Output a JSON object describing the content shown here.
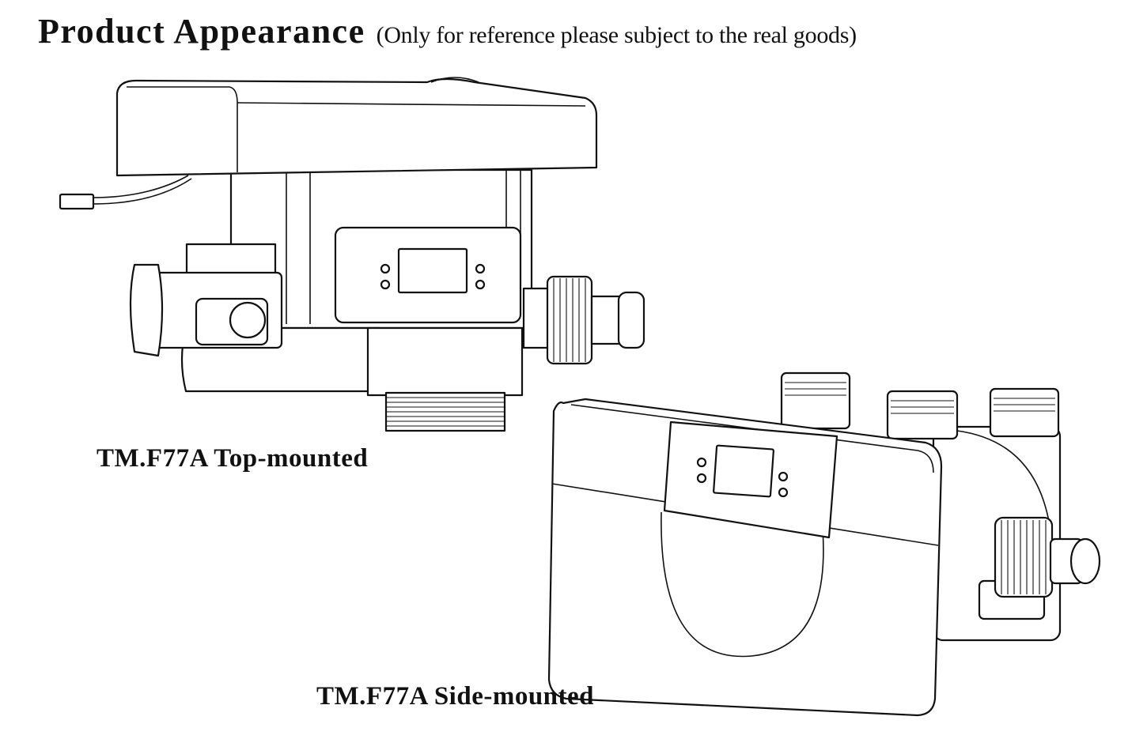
{
  "header": {
    "title": "Product Appearance",
    "note": "(Only for reference please subject to the real goods)"
  },
  "products": [
    {
      "caption": "TM.F77A Top-mounted"
    },
    {
      "caption": "TM.F77A Side-mounted"
    }
  ]
}
